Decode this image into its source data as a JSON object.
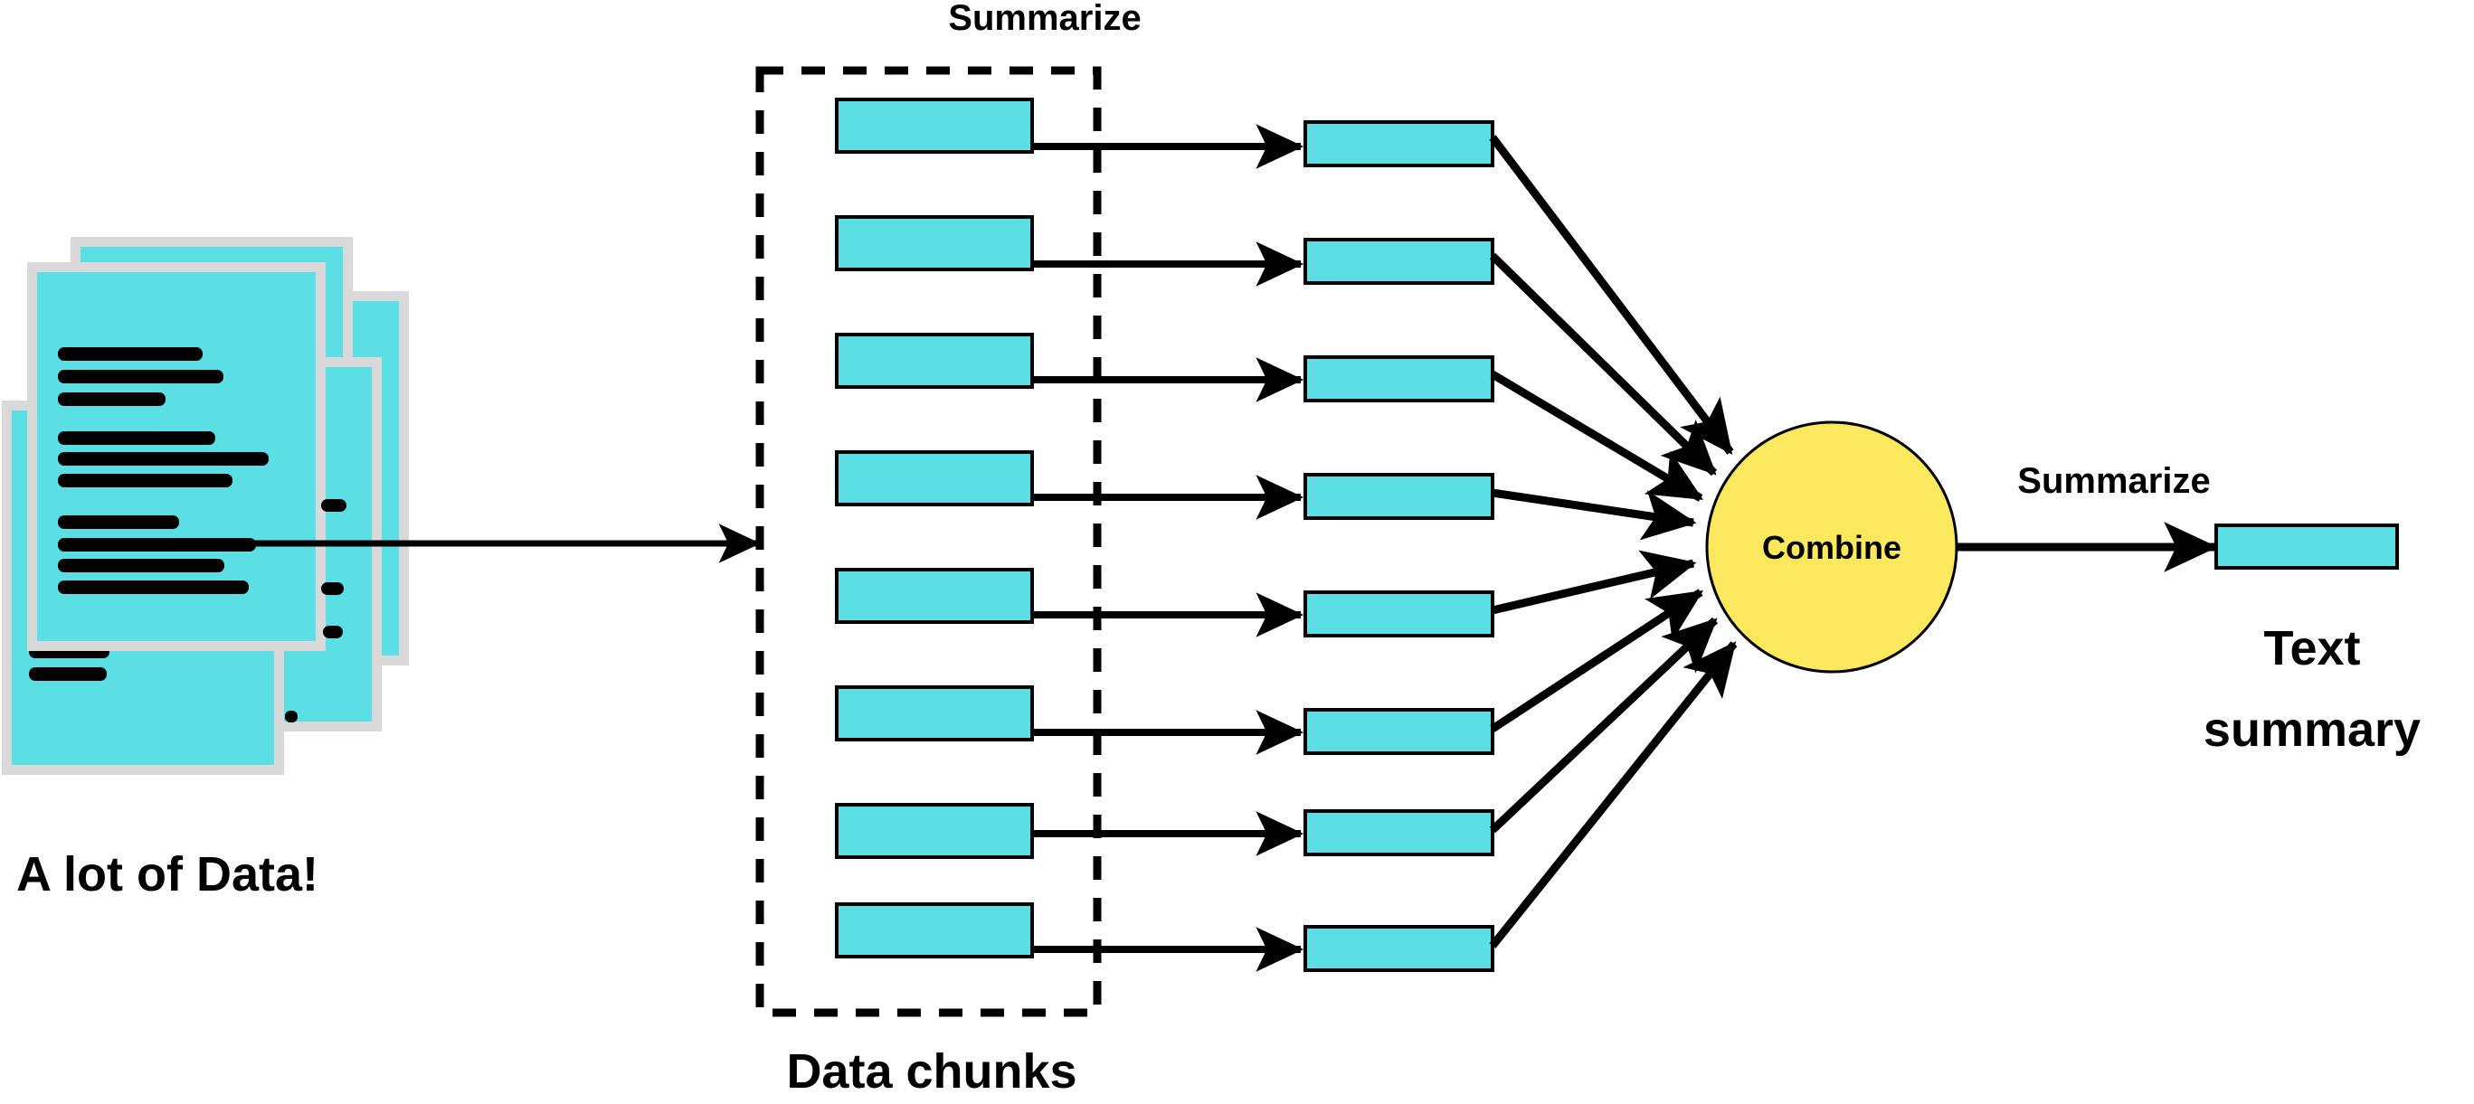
{
  "diagram": {
    "title": "Map-reduce summarization flow",
    "colors": {
      "chunk_fill": "#5cdee5",
      "chunk_stroke": "#000000",
      "combine_fill": "#fbe85c",
      "combine_stroke": "#000000",
      "doc_shadow": "#d9d9d9",
      "arrow": "#000000",
      "background": "#ffffff"
    },
    "labels": {
      "data_source": "A lot of Data!",
      "map_step": "Summarize",
      "chunks_group": "Data chunks",
      "combine_node": "Combine",
      "reduce_step": "Summarize",
      "output": "Text summary"
    },
    "counts": {
      "chunks": 8,
      "chunk_summaries": 8,
      "documents": 5,
      "final_summaries": 1
    },
    "nodes": {
      "data_stack": {
        "name": "A lot of Data!",
        "kind": "document-stack",
        "documents": 5
      },
      "chunk_box": {
        "name": "Data chunks",
        "kind": "dashed-group",
        "items": 8
      },
      "summary_boxes": {
        "name": "Chunk summaries",
        "kind": "rect-list",
        "items": 8
      },
      "combine": {
        "name": "Combine",
        "kind": "circle"
      },
      "text_summary": {
        "name": "Text summary",
        "kind": "rect"
      }
    },
    "edges": [
      {
        "from": "A lot of Data!",
        "to": "Data chunks",
        "label": ""
      },
      {
        "from": "Data chunks",
        "to": "Chunk summaries",
        "label": "Summarize"
      },
      {
        "from": "Chunk summaries",
        "to": "Combine",
        "label": ""
      },
      {
        "from": "Combine",
        "to": "Text summary",
        "label": "Summarize"
      }
    ]
  }
}
